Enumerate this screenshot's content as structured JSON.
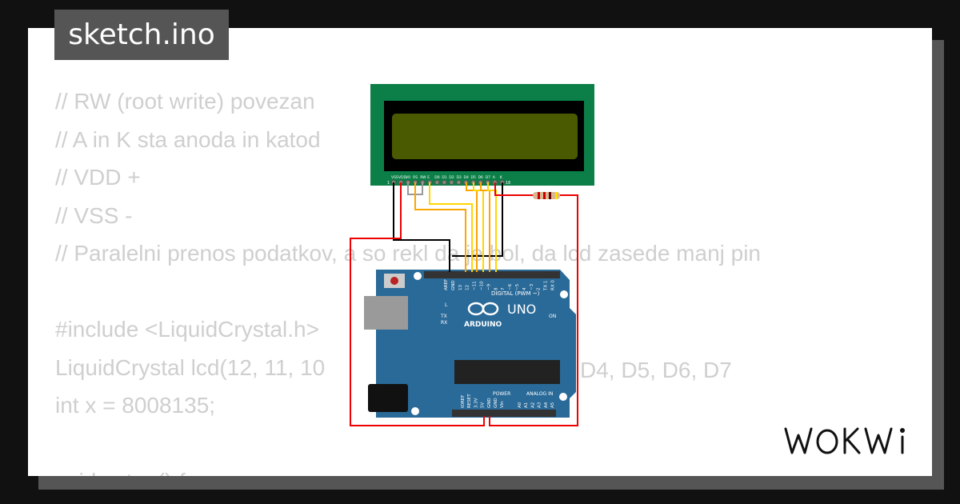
{
  "tab": {
    "filename": "sketch.ino"
  },
  "code": {
    "lines": [
      "// RW (root write) povezan",
      "// A in K sta anoda in katod",
      "// VDD +",
      "// VSS -",
      "// Paralelni prenos podatkov, a so rekl da je bol, da lcd zasede manj pin",
      "",
      "#include <LiquidCrystal.h>",
      "LiquidCrystal lcd(12, 11, 10",
      "int x = 8008135;",
      "",
      "void setup() {"
    ],
    "line7_tail": "D4, D5, D6, D7"
  },
  "lcd": {
    "pins": [
      "VSS",
      "VDD",
      "V0",
      "RS",
      "RW",
      "E",
      "D0",
      "D1",
      "D2",
      "D3",
      "D4",
      "D5",
      "D6",
      "D7",
      "A",
      "K"
    ],
    "pin_first": "1",
    "pin_last": "16"
  },
  "arduino": {
    "model": "UNO",
    "brand": "ARDUINO",
    "digital_label": "DIGITAL (PWM ~)",
    "power_label": "POWER",
    "analog_label": "ANALOG IN",
    "on_label": "ON",
    "led_labels": [
      "L",
      "TX",
      "RX"
    ],
    "power_pins": [
      "IOREF",
      "RESET",
      "3.3V",
      "5V",
      "GND",
      "GND",
      "Vin"
    ],
    "analog_pins": [
      "A0",
      "A1",
      "A2",
      "A3",
      "A4",
      "A5"
    ],
    "top_pins": [
      "AREF",
      "GND",
      "13",
      "12",
      "~11",
      "~10",
      "~9",
      "8",
      "7",
      "~6",
      "~5",
      "4",
      "~3",
      "2",
      "TX 1",
      "RX 0"
    ]
  },
  "logo": {
    "text": "WOKWI"
  },
  "colors": {
    "background": "#111111",
    "tab": "#555555",
    "code_text": "#cfcfcf",
    "board": "#2a6a98",
    "lcd_pcb": "#0b7f47",
    "lcd_screen": "#4a5a00",
    "wire_red": "#e00000",
    "wire_yellow": "#ffd700",
    "wire_orange": "#ffa500"
  }
}
